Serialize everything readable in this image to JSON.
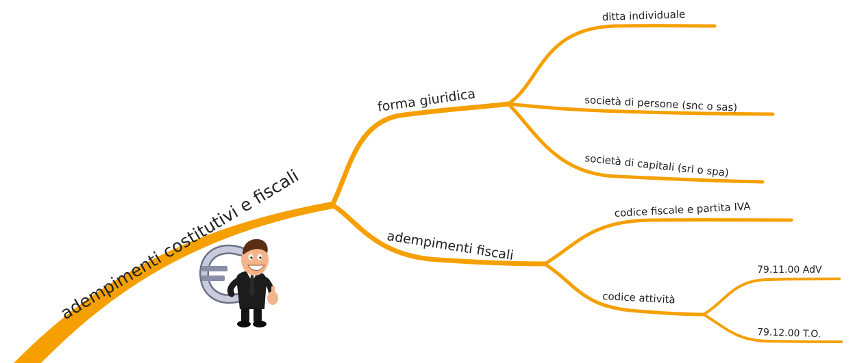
{
  "colors": {
    "branch": "#f5a000",
    "text": "#222222",
    "background": "#ffffff"
  },
  "mindmap": {
    "root": {
      "label": "adempimenti costitutivi e fiscali"
    },
    "forma": {
      "label": "forma giuridica",
      "children": [
        "ditta individuale",
        "società di persone (snc o sas)",
        "società di capitali (srl o spa)"
      ]
    },
    "fiscali": {
      "label": "adempimenti fiscali",
      "children": [
        "codice fiscale e partita IVA"
      ],
      "codice": {
        "label": "codice attività",
        "children": [
          "79.11.00 AdV",
          "79.12.00 T.O."
        ]
      }
    }
  },
  "illustration": {
    "icon": "businessman-with-euro-icon"
  }
}
